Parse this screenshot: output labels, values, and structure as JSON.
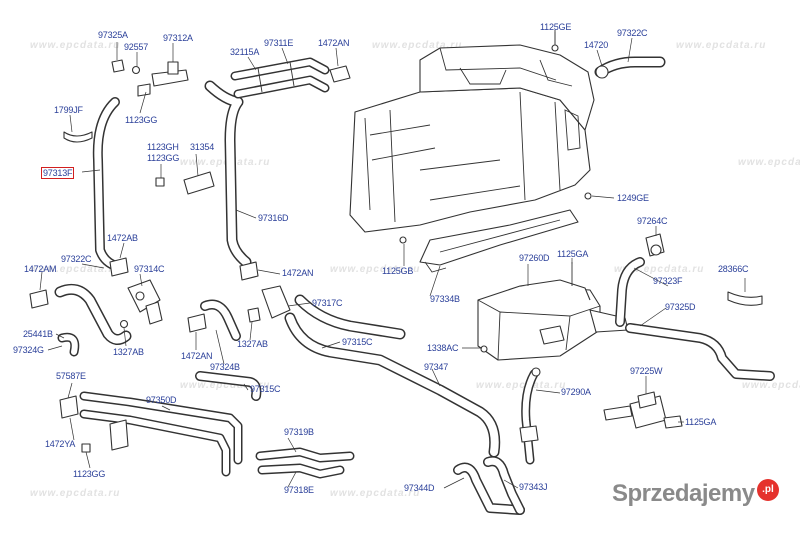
{
  "watermark": "www.epcdata.ru",
  "brand": {
    "text": "Sprzedajemy",
    "badge": ".pl"
  },
  "parts": [
    {
      "id": "p97325A",
      "label": "97325A"
    },
    {
      "id": "p92557",
      "label": "92557"
    },
    {
      "id": "p97312A",
      "label": "97312A"
    },
    {
      "id": "p32115A",
      "label": "32115A"
    },
    {
      "id": "p97311E",
      "label": "97311E"
    },
    {
      "id": "p1472AN_top",
      "label": "1472AN"
    },
    {
      "id": "p1125GE",
      "label": "1125GE"
    },
    {
      "id": "p14720",
      "label": "14720"
    },
    {
      "id": "p97322C_top",
      "label": "97322C"
    },
    {
      "id": "p1799JF",
      "label": "1799JF"
    },
    {
      "id": "p1123GG_a",
      "label": "1123GG"
    },
    {
      "id": "p97313F",
      "label": "97313F",
      "highlighted": true
    },
    {
      "id": "p1123GH",
      "label": "1123GH"
    },
    {
      "id": "p1123GG_b",
      "label": "1123GG"
    },
    {
      "id": "p31354",
      "label": "31354"
    },
    {
      "id": "p97316D",
      "label": "97316D"
    },
    {
      "id": "p1249GE",
      "label": "1249GE"
    },
    {
      "id": "p97264C",
      "label": "97264C"
    },
    {
      "id": "p1472AB_l",
      "label": "1472AB"
    },
    {
      "id": "p97322C_l",
      "label": "97322C"
    },
    {
      "id": "p1472AM",
      "label": "1472AM"
    },
    {
      "id": "p97314C",
      "label": "97314C"
    },
    {
      "id": "p1472AN_m",
      "label": "1472AN"
    },
    {
      "id": "p1125GB",
      "label": "1125GB"
    },
    {
      "id": "p97260D",
      "label": "97260D"
    },
    {
      "id": "p1125GA_top",
      "label": "1125GA"
    },
    {
      "id": "p28366C",
      "label": "28366C"
    },
    {
      "id": "p97323F",
      "label": "97323F"
    },
    {
      "id": "p97334B",
      "label": "97334B"
    },
    {
      "id": "p97317C",
      "label": "97317C"
    },
    {
      "id": "p97325D",
      "label": "97325D"
    },
    {
      "id": "p25441B",
      "label": "25441B"
    },
    {
      "id": "p97324G",
      "label": "97324G"
    },
    {
      "id": "p1327AB_l",
      "label": "1327AB"
    },
    {
      "id": "p1472AN_b",
      "label": "1472AN"
    },
    {
      "id": "p1327AB_m",
      "label": "1327AB"
    },
    {
      "id": "p97324B",
      "label": "97324B"
    },
    {
      "id": "p97315C_r",
      "label": "97315C"
    },
    {
      "id": "p1338AC",
      "label": "1338AC"
    },
    {
      "id": "p97347",
      "label": "97347"
    },
    {
      "id": "p97225W",
      "label": "97225W"
    },
    {
      "id": "p57587E",
      "label": "57587E"
    },
    {
      "id": "p97350D",
      "label": "97350D"
    },
    {
      "id": "p97315C_m",
      "label": "97315C"
    },
    {
      "id": "p97290A",
      "label": "97290A"
    },
    {
      "id": "p1125GA_b",
      "label": "1125GA"
    },
    {
      "id": "p1472YA",
      "label": "1472YA"
    },
    {
      "id": "p97319B",
      "label": "97319B"
    },
    {
      "id": "p1123GG_c",
      "label": "1123GG"
    },
    {
      "id": "p97318E",
      "label": "97318E"
    },
    {
      "id": "p97344D",
      "label": "97344D"
    },
    {
      "id": "p97343J",
      "label": "97343J"
    }
  ]
}
